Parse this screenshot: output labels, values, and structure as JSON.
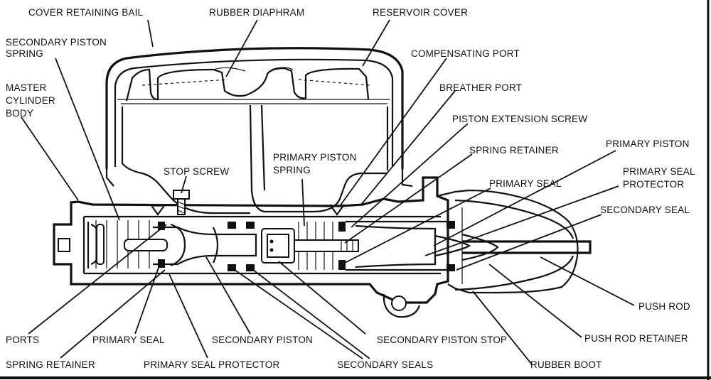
{
  "labels": {
    "cover_retaining_bail": "COVER RETAINING BAIL",
    "rubber_diaphram": "RUBBER DIAPHRAM",
    "reservoir_cover": "RESERVOIR COVER",
    "secondary_piston_spring_1": "SECONDARY PISTON",
    "secondary_piston_spring_2": "SPRING",
    "compensating_port": "COMPENSATING PORT",
    "master_cylinder_body_1": "MASTER",
    "master_cylinder_body_2": "CYLINDER",
    "master_cylinder_body_3": "BODY",
    "breather_port": "BREATHER PORT",
    "piston_extension_screw": "PISTON EXTENSION SCREW",
    "primary_piston_right": "PRIMARY PISTON",
    "spring_retainer_top": "SPRING RETAINER",
    "stop_screw": "STOP SCREW",
    "primary_piston_spring_1": "PRIMARY PISTON",
    "primary_piston_spring_2": "SPRING",
    "primary_seal_protector_right_1": "PRIMARY SEAL",
    "primary_seal_protector_right_2": "PROTECTOR",
    "primary_seal_top": "PRIMARY SEAL",
    "secondary_seal_right": "SECONDARY SEAL",
    "push_rod": "PUSH ROD",
    "ports": "PORTS",
    "primary_seal_bottom": "PRIMARY SEAL",
    "secondary_piston": "SECONDARY PISTON",
    "secondary_piston_stop": "SECONDARY PISTON STOP",
    "push_rod_retainer": "PUSH ROD RETAINER",
    "spring_retainer_bottom": "SPRING RETAINER",
    "primary_seal_protector_bottom": "PRIMARY SEAL PROTECTOR",
    "secondary_seals": "SECONDARY SEALS",
    "rubber_boot": "RUBBER BOOT"
  }
}
